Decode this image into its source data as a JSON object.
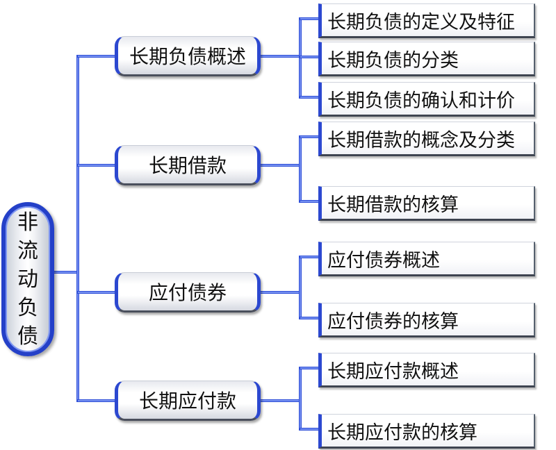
{
  "root": {
    "label": "非流动负债"
  },
  "groups": [
    {
      "label": "长期负债概述",
      "children": [
        "长期负债的定义及特征",
        "长期负债的分类",
        "长期负债的确认和计价"
      ]
    },
    {
      "label": "长期借款",
      "children": [
        "长期借款的概念及分类",
        "长期借款的核算"
      ]
    },
    {
      "label": "应付债券",
      "children": [
        "应付债券概述",
        "应付债券的核算"
      ]
    },
    {
      "label": "长期应付款",
      "children": [
        "长期应付款概述",
        "长期应付款的核算"
      ]
    }
  ],
  "colors": {
    "connector": "#2f4fd8",
    "accent_border": "#2c48d0",
    "text": "#111111"
  }
}
